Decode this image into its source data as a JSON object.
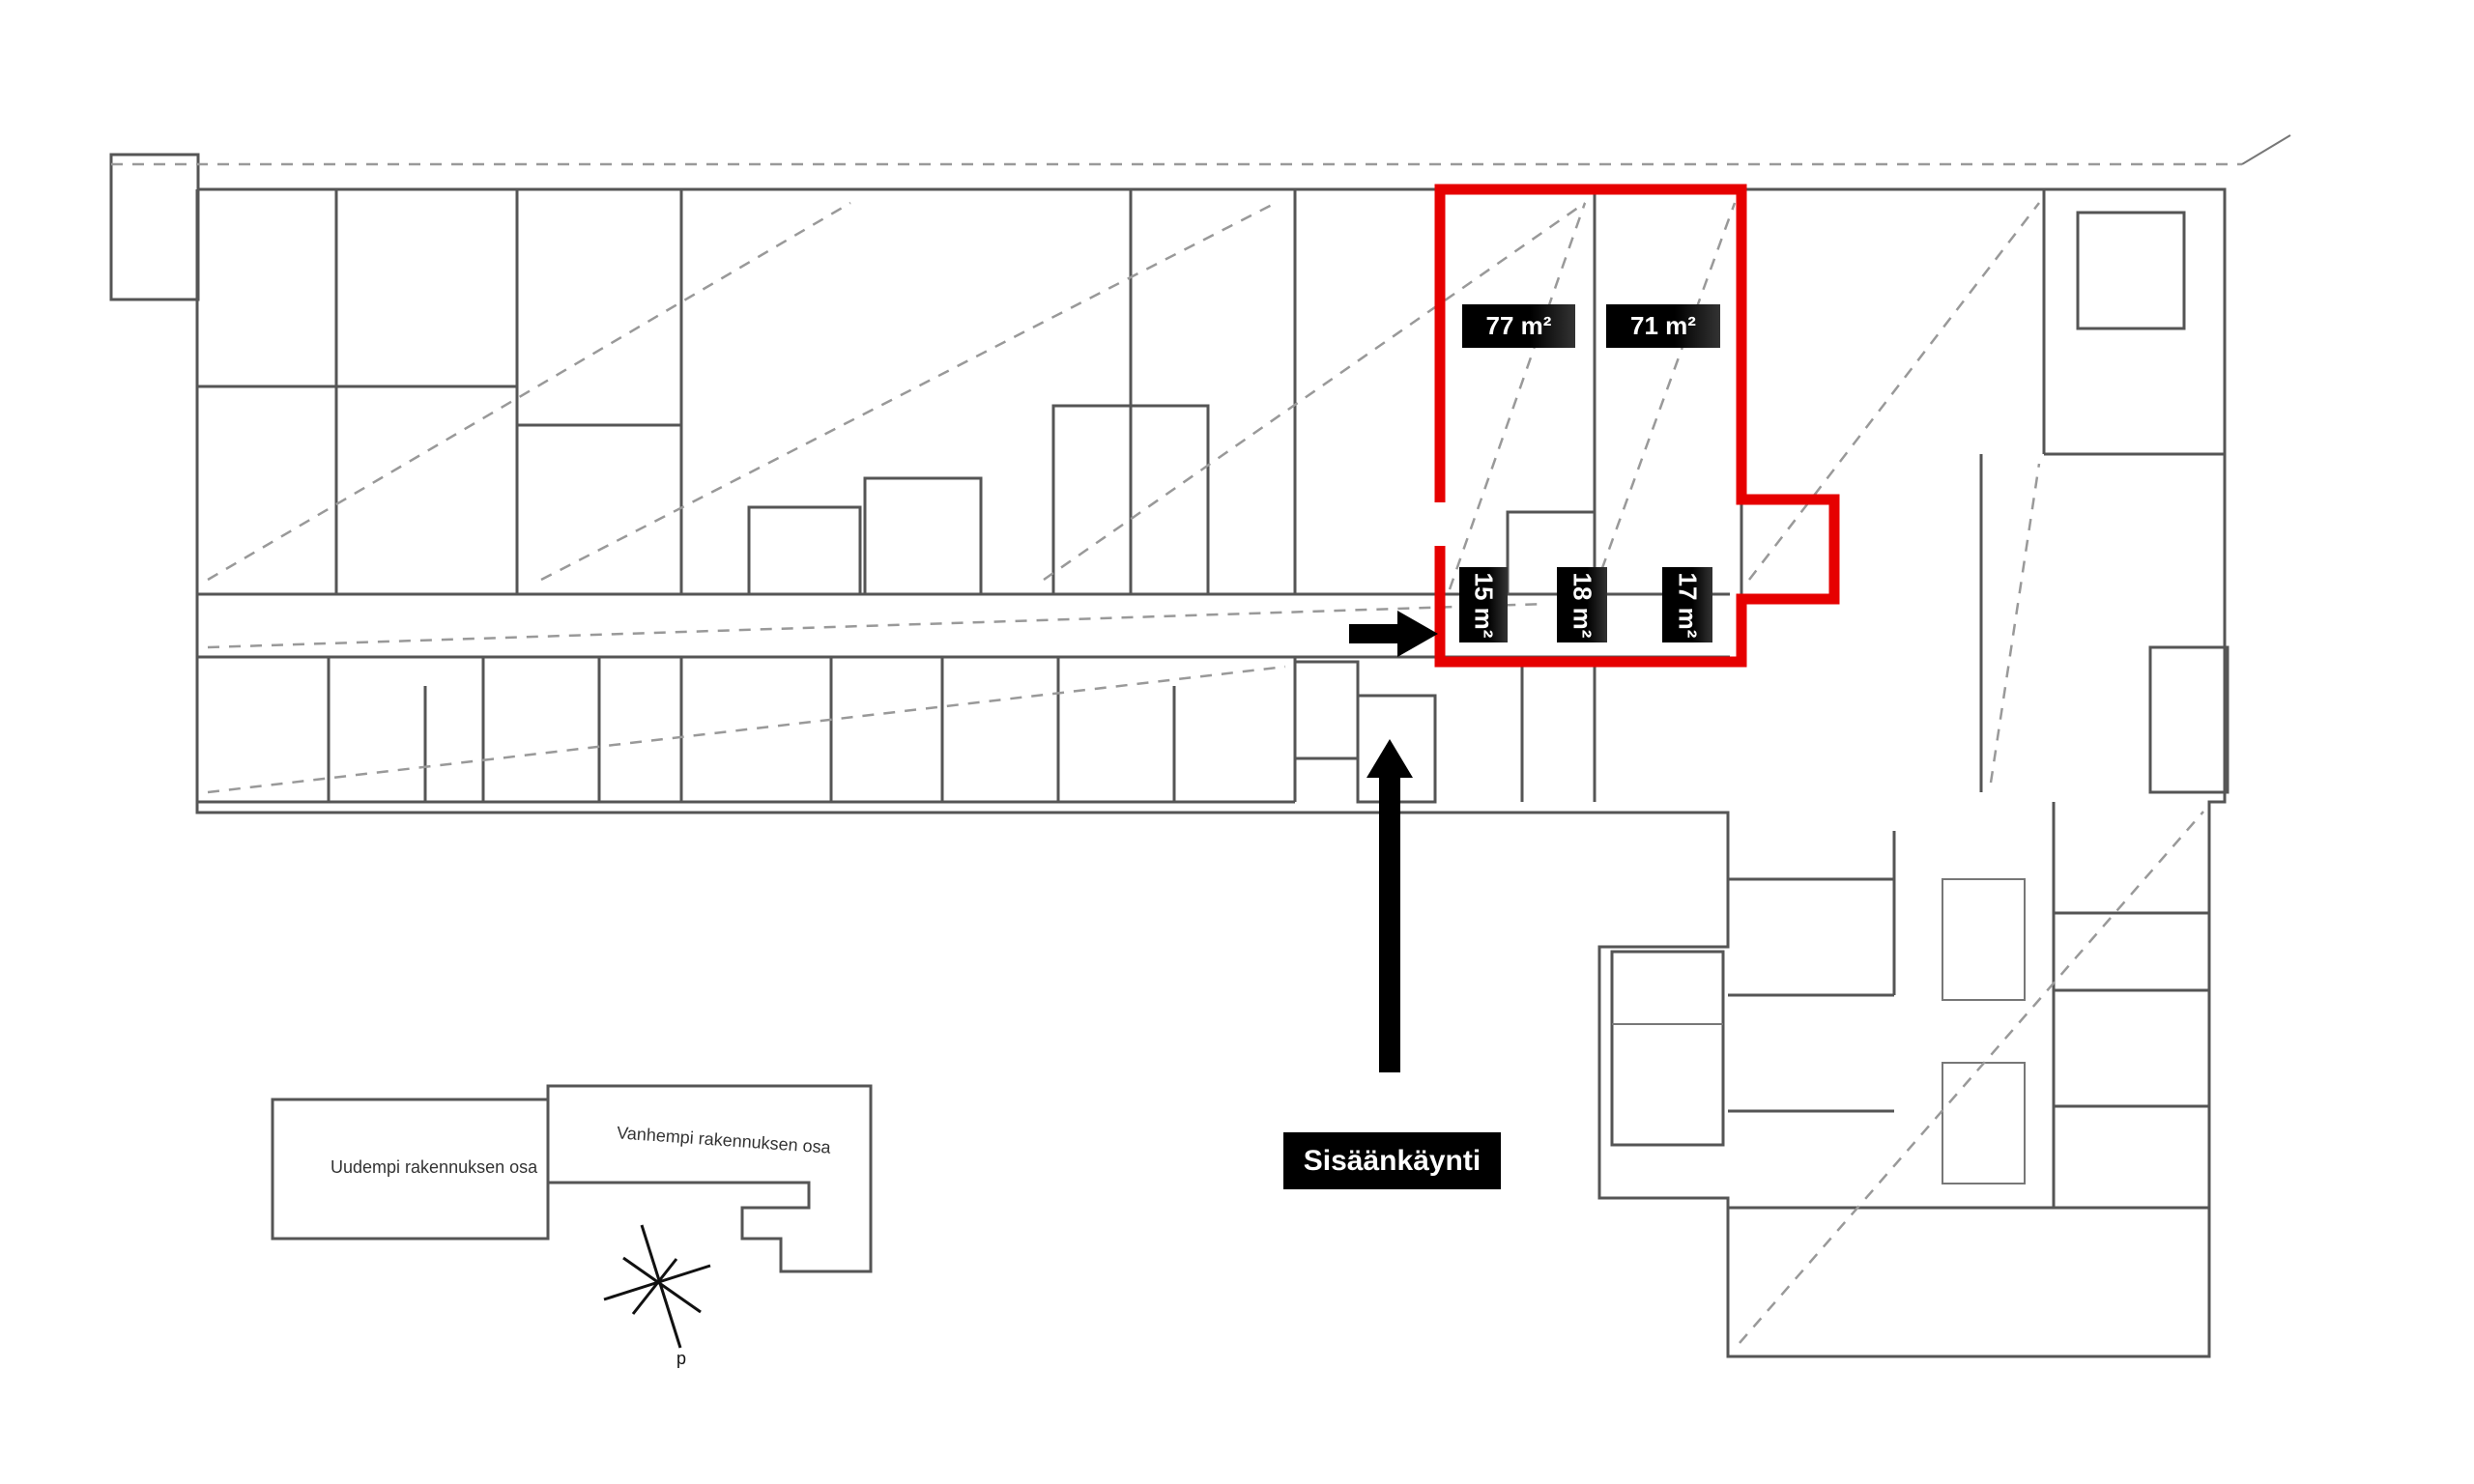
{
  "floor_plan": {
    "areas": [
      {
        "id": "room-a",
        "label": "77 m²"
      },
      {
        "id": "room-b",
        "label": "71 m²"
      },
      {
        "id": "room-c",
        "label": "15 m²"
      },
      {
        "id": "room-d",
        "label": "18 m²"
      },
      {
        "id": "room-e",
        "label": "17 m²"
      }
    ],
    "entrance_label": "Sisäänkäynti",
    "highlight_color": "#e60000"
  },
  "site_plan": {
    "newer_part": "Uudempi rakennuksen osa",
    "older_part": "Vanhempi rakennuksen osa"
  }
}
